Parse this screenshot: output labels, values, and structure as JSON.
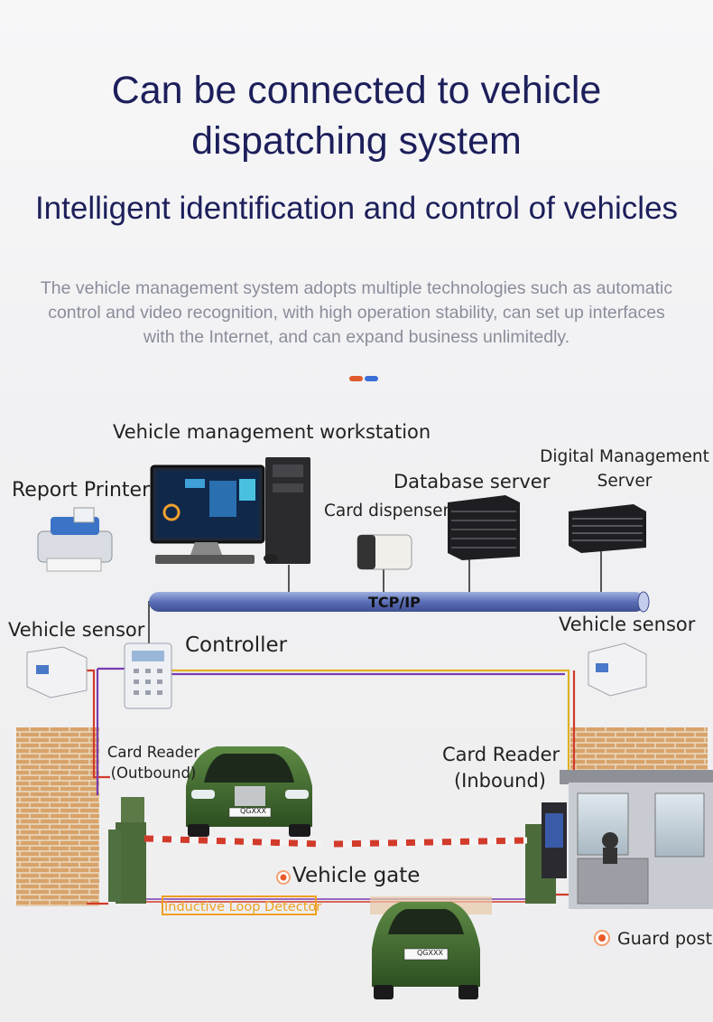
{
  "header": {
    "title_line1": "Can be connected to vehicle",
    "title_line2": "dispatching system",
    "subtitle": "Intelligent identification and control of vehicles",
    "description": "The vehicle management system adopts multiple technologies such as automatic control and video recognition, with high operation stability, can set up interfaces with the Internet, and can expand business unlimitedly."
  },
  "divider_colors": {
    "left": "#e05a2b",
    "right": "#3a6fd8"
  },
  "diagram": {
    "workstation_label": "Vehicle management workstation",
    "report_printer": "Report Printer",
    "card_dispenser": "Card dispenser",
    "database_server": "Database server",
    "digital_server_line1": "Digital Management",
    "digital_server_line2": "Server",
    "network_label": "TCP/IP",
    "vehicle_sensor_left": "Vehicle sensor",
    "vehicle_sensor_right": "Vehicle sensor",
    "controller": "Controller",
    "card_reader_out_line1": "Card Reader",
    "card_reader_out_line2": "(Outbound)",
    "card_reader_in_line1": "Card Reader",
    "card_reader_in_line2": "(Inbound)",
    "vehicle_gate": "Vehicle gate",
    "loop_detector": "Inductive Loop Detector",
    "guard_post": "Guard post",
    "plate_text": "QGXXX",
    "colors": {
      "bus": "#5a6fb8",
      "wire_red": "#d23a2a",
      "wire_purple": "#7a3bb0",
      "wire_yellow": "#e0b020",
      "car": "#3c6b2d",
      "brick": "#c9925a",
      "loop": "#f0a020"
    }
  }
}
